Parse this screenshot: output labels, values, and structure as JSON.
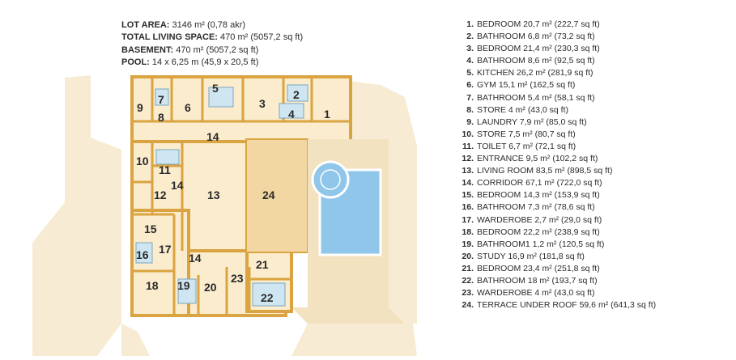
{
  "summary": [
    {
      "label": "LOT AREA:",
      "value": "3146 m² (0,78 akr)"
    },
    {
      "label": "TOTAL LIVING SPACE:",
      "value": "470 m² (5057,2 sq ft)"
    },
    {
      "label": "BASEMENT:",
      "value": "470 m² (5057,2 sq ft)"
    },
    {
      "label": "POOL:",
      "value": "14 x 6,25 m (45,9 x 20,5 ft)"
    }
  ],
  "rooms": [
    {
      "num": "1.",
      "text": "BEDROOM 20,7 m² (222,7 sq ft)"
    },
    {
      "num": "2.",
      "text": "BATHROOM 6,8 m² (73,2 sq ft)"
    },
    {
      "num": "3.",
      "text": "BEDROOM 21,4 m² (230,3 sq ft)"
    },
    {
      "num": "4.",
      "text": "BATHROOM 8,6 m² (92,5 sq ft)"
    },
    {
      "num": "5.",
      "text": "KITCHEN 26,2 m² (281,9 sq ft)"
    },
    {
      "num": "6.",
      "text": "GYM 15,1 m² (162,5 sq ft)"
    },
    {
      "num": "7.",
      "text": "BATHROOM 5,4 m² (58,1 sq ft)"
    },
    {
      "num": "8.",
      "text": "STORE 4 m² (43,0 sq ft)"
    },
    {
      "num": "9.",
      "text": "LAUNDRY 7,9 m² (85,0 sq ft)"
    },
    {
      "num": "10.",
      "text": "STORE 7,5 m² (80,7 sq ft)"
    },
    {
      "num": "11.",
      "text": "TOILET 6,7 m² (72,1 sq ft)"
    },
    {
      "num": "12.",
      "text": "ENTRANCE 9,5 m² (102,2 sq ft)"
    },
    {
      "num": "13.",
      "text": "LIVING ROOM 83,5 m² (898,5 sq ft)"
    },
    {
      "num": "14.",
      "text": "CORRIDOR 67,1 m² (722,0 sq ft)"
    },
    {
      "num": "15.",
      "text": "BEDROOM 14,3 m² (153,9 sq ft)"
    },
    {
      "num": "16.",
      "text": "BATHROOM 7,3 m² (78,6 sq ft)"
    },
    {
      "num": "17.",
      "text": "WARDEROBE 2,7 m² (29,0 sq ft)"
    },
    {
      "num": "18.",
      "text": "BEDROOM 22,2 m² (238,9 sq ft)"
    },
    {
      "num": "19.",
      "text": "BATHROOM1 1,2 m² (120,5 sq ft)"
    },
    {
      "num": "20.",
      "text": "STUDY 16,9 m² (181,8 sq ft)"
    },
    {
      "num": "21.",
      "text": "BEDROOM 23,4 m² (251,8 sq ft)"
    },
    {
      "num": "22.",
      "text": "BATHROOM 18 m² (193,7 sq ft)"
    },
    {
      "num": "23.",
      "text": "WARDEROBE 4 m² (43,0 sq ft)"
    },
    {
      "num": "24.",
      "text": "TERRACE UNDER ROOF 59,6 m² (641,3 sq ft)"
    }
  ],
  "plan_labels": [
    "1",
    "2",
    "3",
    "4",
    "5",
    "6",
    "7",
    "8",
    "9",
    "10",
    "11",
    "12",
    "13",
    "14",
    "14",
    "14",
    "15",
    "16",
    "17",
    "18",
    "19",
    "20",
    "21",
    "22",
    "23",
    "24"
  ],
  "colors": {
    "wall": "#d9a441",
    "floor": "#fbeccd",
    "terrace": "#f2d7a3",
    "ground": "#f7ecd3",
    "pool": "#8fc6e9",
    "bath": "#cfe6f2",
    "text": "#2b2b2b"
  }
}
